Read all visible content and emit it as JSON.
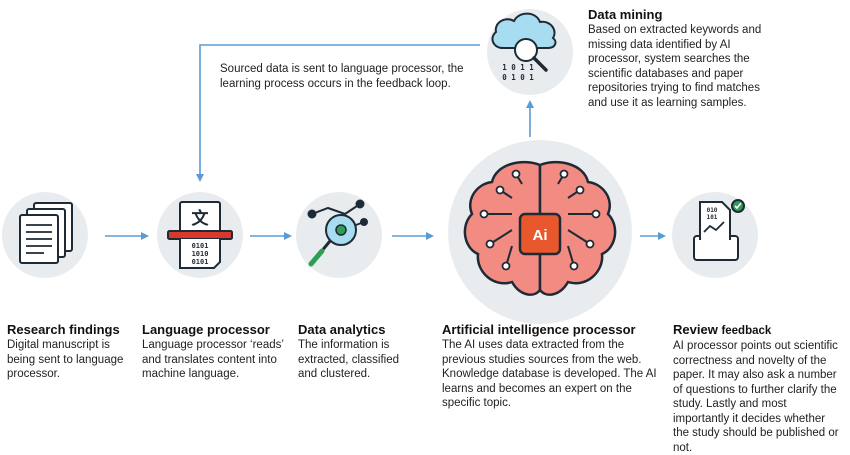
{
  "feedback_note": "Sourced data is sent to language processor, the learning process occurs in the feedback loop.",
  "nodes": {
    "research": {
      "title": "Research findings",
      "desc": "Digital manuscript is being sent to language processor."
    },
    "language": {
      "title": "Language processor",
      "desc": "Language processor ‘reads’ and translates content into machine language.",
      "glyph": "文",
      "binary": [
        "0101",
        "1010",
        "0101"
      ]
    },
    "analytics": {
      "title": "Data analytics",
      "desc": "The information is extracted, classified and clustered."
    },
    "ai": {
      "title": "Artificial intelligence processor",
      "desc": "The AI uses data extracted from the previous studies sources from the web. Knowledge database is developed. The AI learns and becomes an expert on the specific topic.",
      "chip_label": "Ai"
    },
    "review": {
      "title": "Review",
      "title_suffix": "feedback",
      "desc": "AI processor points out scientific correctness and novelty of the paper. It may also ask a number of questions to further clarify the study. Lastly and most importantly it decides whether the study should be published or not.",
      "binary": [
        "010",
        "101"
      ]
    },
    "mining": {
      "title": "Data mining",
      "desc": "Based on extracted keywords and missing data identified by AI processor, system searches the scientific databases and paper repositories trying to find matches and use it as learning samples.",
      "binary": [
        "1 0 1 1",
        "0 1 0 1"
      ]
    }
  },
  "colors": {
    "circle_bg": "#e9ecee",
    "arrow": "#5b9bd5",
    "outline": "#1e2a36",
    "brain": "#f28c82",
    "cloud": "#a8dcf0",
    "chip": "#e8582c",
    "accent_green": "#2e9e55",
    "paper_red": "#d9382b"
  }
}
